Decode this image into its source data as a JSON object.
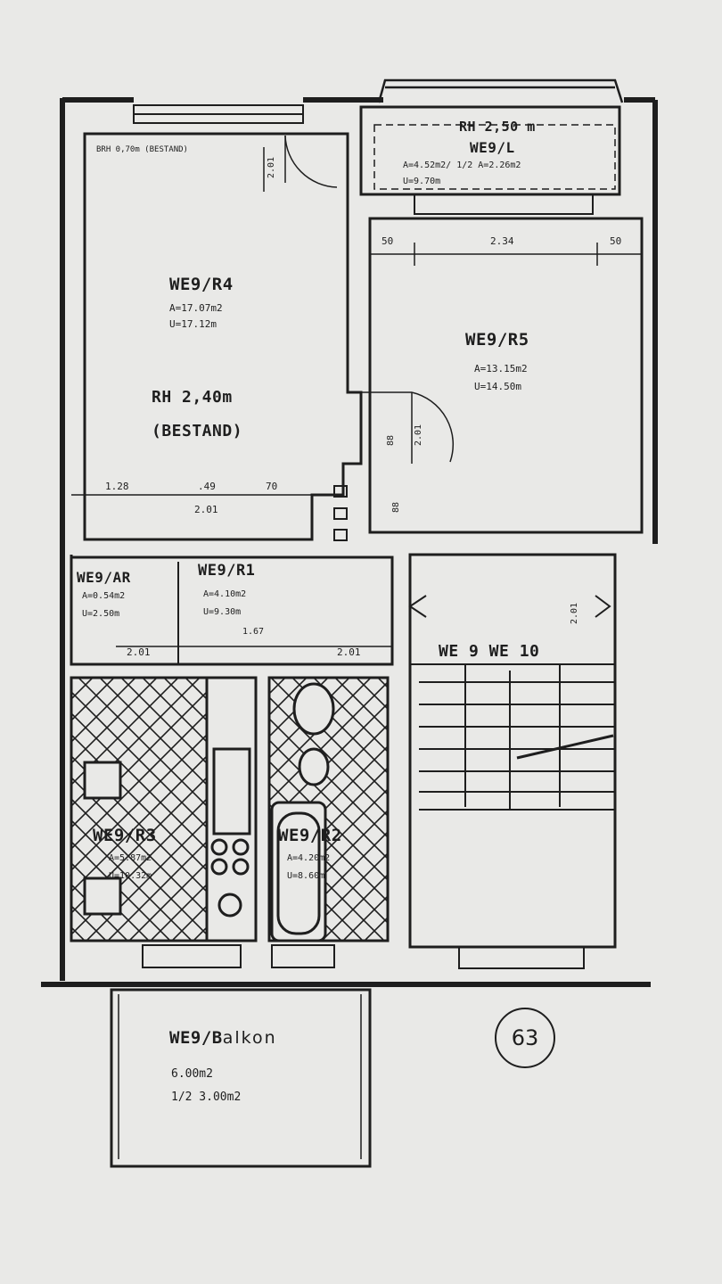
{
  "rooms": {
    "r4": {
      "name": "WE9/R4",
      "area": "A=17.07m2",
      "perimeter": "U=17.12m",
      "height": "RH  2,40m",
      "note": "(BESTAND)",
      "brh": "BRH 0,70m  (BESTAND)"
    },
    "r5": {
      "name": "WE9/R5",
      "area": "A=13.15m2",
      "perimeter": "U=14.50m"
    },
    "loggia": {
      "height": "RH  2,50  m",
      "name": "WE9/L",
      "area": "A=4.52m2/  1/2  A=2.26m2",
      "perimeter": "U=9.70m"
    },
    "ar": {
      "name": "WE9/AR",
      "area": "A=0.54m2",
      "perimeter": "U=2.50m"
    },
    "r1": {
      "name": "WE9/R1",
      "area": "A=4.10m2",
      "perimeter": "U=9.30m"
    },
    "r3": {
      "name": "WE9/R3",
      "area": "A=5.87m2",
      "perimeter": "U=10.32m"
    },
    "r2": {
      "name": "WE9/R2",
      "area": "A=4.20m2",
      "perimeter": "U=8.60m"
    },
    "stair": {
      "label": "WE  9 WE  10"
    },
    "balkon": {
      "name_print": "WE9/B",
      "name_hand": "alkon",
      "area": "6.00m2",
      "half": "1/2  3.00m2"
    }
  },
  "dimensions": {
    "r5_left": "50",
    "r5_mid": "2.34",
    "r5_right": "50",
    "r4_a": "1.28",
    "r4_b": ".49",
    "r4_c": "70",
    "door_r4": "2.01",
    "door_r5": "2.01",
    "door_r5b": "88",
    "hall_l": "2.01",
    "hall_m": "1.67",
    "hall_r": "2.01",
    "v1": "2.01",
    "v2": "2.01",
    "v3": "88"
  },
  "page_number": "63",
  "colors": {
    "paper": "#e9e9e7",
    "ink": "#1e1e1e"
  }
}
